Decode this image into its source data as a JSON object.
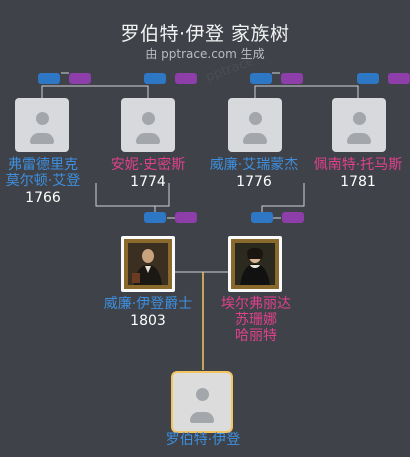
{
  "header": {
    "title": "罗伯特·伊登 家族树",
    "subtitle": "由 pptrace.com 生成",
    "watermark": "pptrace"
  },
  "people": {
    "gp1": {
      "name_line1": "弗雷德里克",
      "name_line2": "莫尔顿·艾登",
      "year": "1766"
    },
    "gp2": {
      "name": "安妮·史密斯",
      "year": "1774"
    },
    "gp3": {
      "name": "威廉·艾瑞蒙杰",
      "year": "1776"
    },
    "gp4": {
      "name": "佩南特·托马斯",
      "year": "1781"
    },
    "father": {
      "name": "威廉·伊登爵士",
      "year": "1803"
    },
    "mother": {
      "name_line1": "埃尔弗丽达",
      "name_line2": "苏珊娜",
      "name_line3": "哈丽特"
    },
    "self": {
      "name": "罗伯特·伊登"
    }
  },
  "colors": {
    "background": "#3f4349",
    "male": "#3d8fe0",
    "female": "#e0408c",
    "connector": "#cfd2d6",
    "self_line": "#f2c462",
    "badge_blue": "#2e77c4",
    "badge_purple": "#8d3ea8"
  }
}
